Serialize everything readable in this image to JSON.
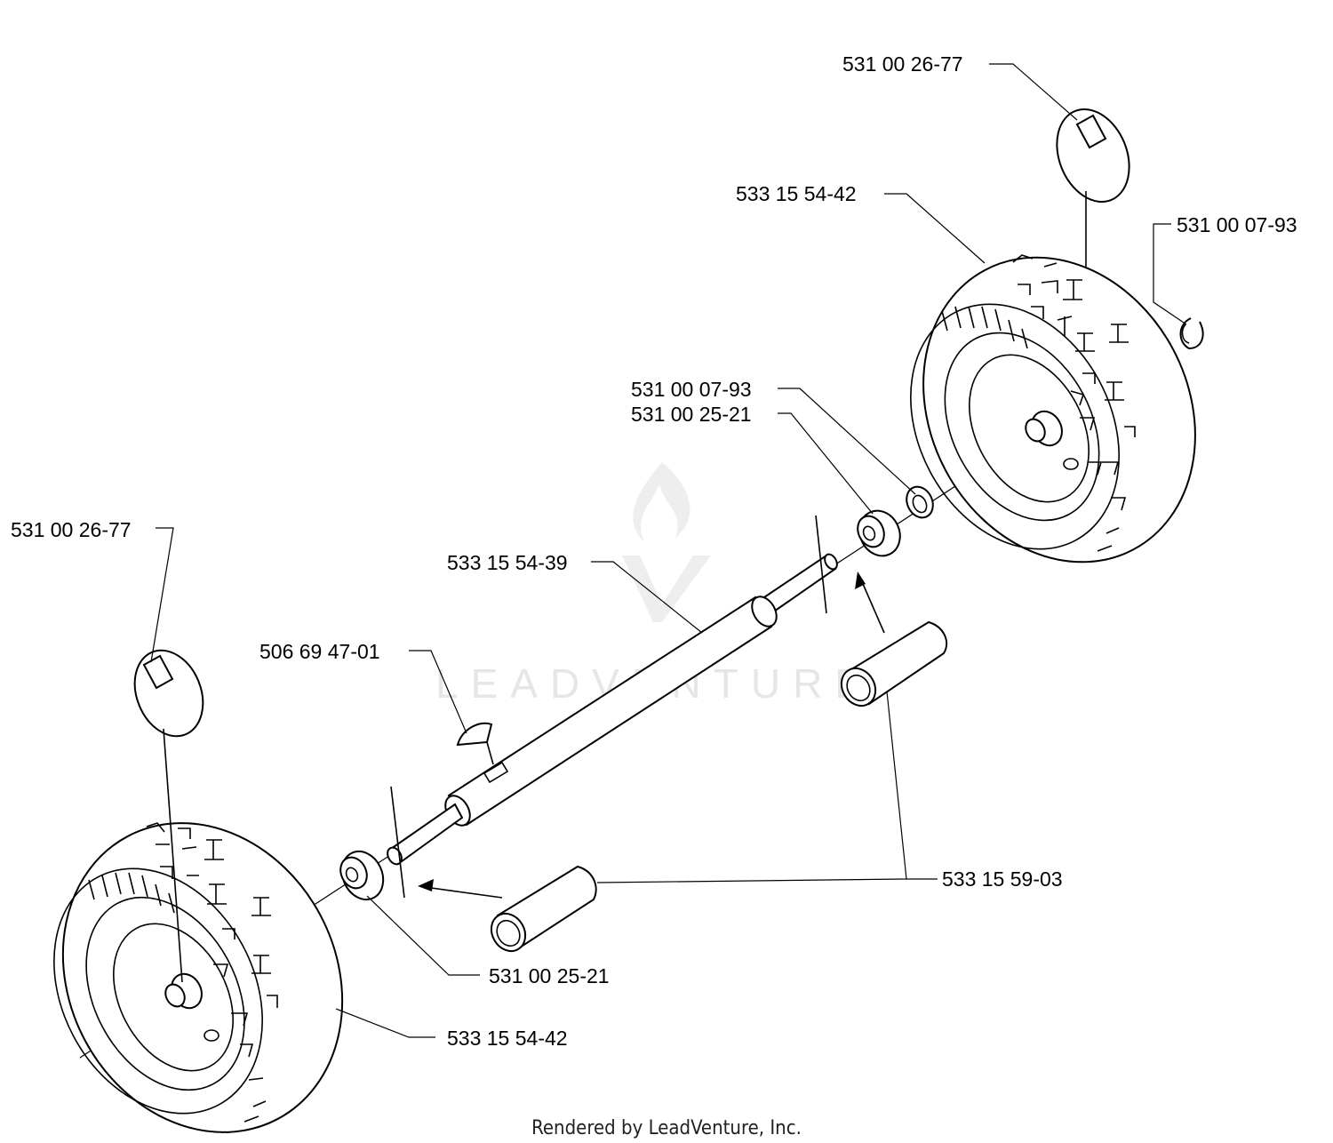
{
  "labels": {
    "snap_pin_top": "531 00 26-77",
    "wheel_top": "533 15 54-42",
    "washer_outer": "531 00 07-93",
    "washer_inner": "531 00 07-93",
    "bushing_right": "531 00 25-21",
    "axle": "533 15 54-39",
    "snap_pin_left": "531 00 26-77",
    "key": "506 69 47-01",
    "spacer": "533 15 59-03",
    "bushing_left": "531 00 25-21",
    "wheel_bottom": "533 15 54-42"
  },
  "watermark": "LEADVENTURE",
  "footer": "Rendered by LeadVenture, Inc."
}
